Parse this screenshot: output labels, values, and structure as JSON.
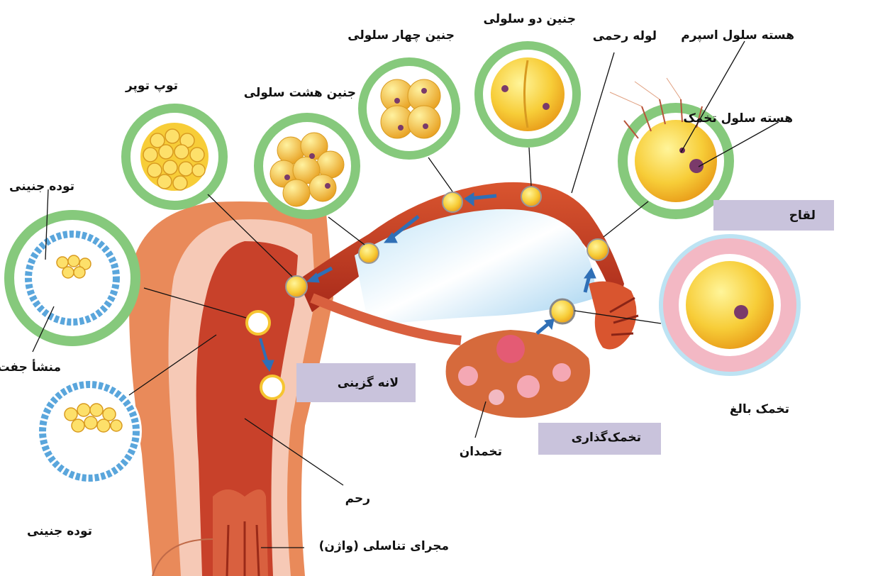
{
  "labels": {
    "sperm_nucleus": "هسته سلول اسپرم",
    "egg_nucleus": "هسته سلول تخمک",
    "uterine_tube": "لوله رحمی",
    "two_cell": "جنین دو سلولی",
    "four_cell": "جنین چهار سلولی",
    "eight_cell": "جنین هشت سلولی",
    "morula": "توپ توپر",
    "embryo_mass_top": "توده جنینی",
    "placenta_origin": "منشأ جفت",
    "embryo_mass_bottom": "توده جنینی",
    "implantation": "لانه گزینی",
    "uterus": "رحم",
    "vagina": "مجرای تناسلی (واژن)",
    "ovary": "تخمدان",
    "ovulation": "تخمک‌گذاری",
    "fertilization": "لقاح",
    "mature_egg": "تخمک بالغ"
  },
  "colors": {
    "callout_box": "#c9c3dc",
    "uterus_tissue": "#c8412a",
    "outer_tissue": "#e8885c",
    "cell_yellow": "#f6c531",
    "green_halo": "#86c97c",
    "blue_membrane": "#5aa6dc"
  },
  "icons": [
    "uterus-illustration",
    "fallopian-tube",
    "ovary",
    "embryo-cell",
    "arrow-icon"
  ]
}
